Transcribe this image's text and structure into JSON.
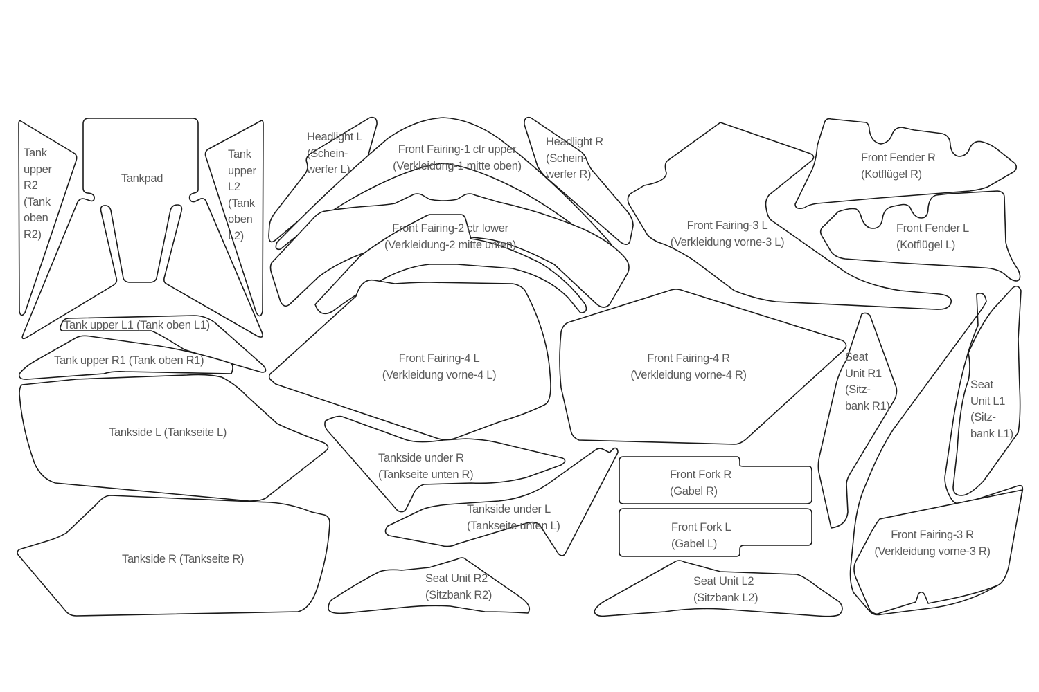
{
  "title": "Motorcycle decal / protection film cut template",
  "colors": {
    "outline": "#1a1a1a",
    "label": "#5a5a5a",
    "background": "#ffffff"
  },
  "pieces": {
    "tank_upper_r2": "Tank\nupper\nR2\n(Tank\noben\nR2)",
    "tankpad": "Tankpad",
    "tank_upper_l2": "Tank\nupper\nL2\n(Tank\noben\nL2)",
    "headlight_l": "Headlight L\n(Schein-\nwerfer L)",
    "front_fairing_1": "Front Fairing-1 ctr upper\n(Verkleidung-1 mitte oben)",
    "headlight_r": "Headlight R\n(Schein-\nwerfer R)",
    "front_fairing_2": "Front Fairing-2 ctr lower\n(Verkleidung-2 mitte unten)",
    "front_fairing_3l": "Front Fairing-3 L\n(Verkleidung vorne-3 L)",
    "front_fender_r": "Front Fender R\n(Kotflügel R)",
    "front_fender_l": "Front Fender L\n(Kotflügel L)",
    "tank_upper_l1": "Tank upper L1 (Tank oben L1)",
    "tank_upper_r1": "Tank upper R1 (Tank oben R1)",
    "front_fairing_4l": "Front Fairing-4 L\n(Verkleidung vorne-4 L)",
    "front_fairing_4r": "Front Fairing-4 R\n(Verkleidung vorne-4 R)",
    "seat_unit_r1": "Seat\nUnit R1\n(Sitz-\nbank R1)",
    "seat_unit_l1": "Seat\nUnit L1\n(Sitz-\nbank L1)",
    "tankside_l": "Tankside L (Tankseite L)",
    "tankside_under_r": "Tankside under R\n(Tankseite unten R)",
    "front_fork_r": "Front Fork R\n(Gabel R)",
    "front_fork_l": "Front Fork L\n(Gabel L)",
    "tankside_under_l": "Tankside under L\n(Tankseite unten L)",
    "front_fairing_3r": "Front Fairing-3 R\n(Verkleidung vorne-3 R)",
    "tankside_r": "Tankside R (Tankseite R)",
    "seat_unit_r2": "Seat Unit R2\n(Sitzbank R2)",
    "seat_unit_l2": "Seat Unit L2\n(Sitzbank L2)"
  }
}
